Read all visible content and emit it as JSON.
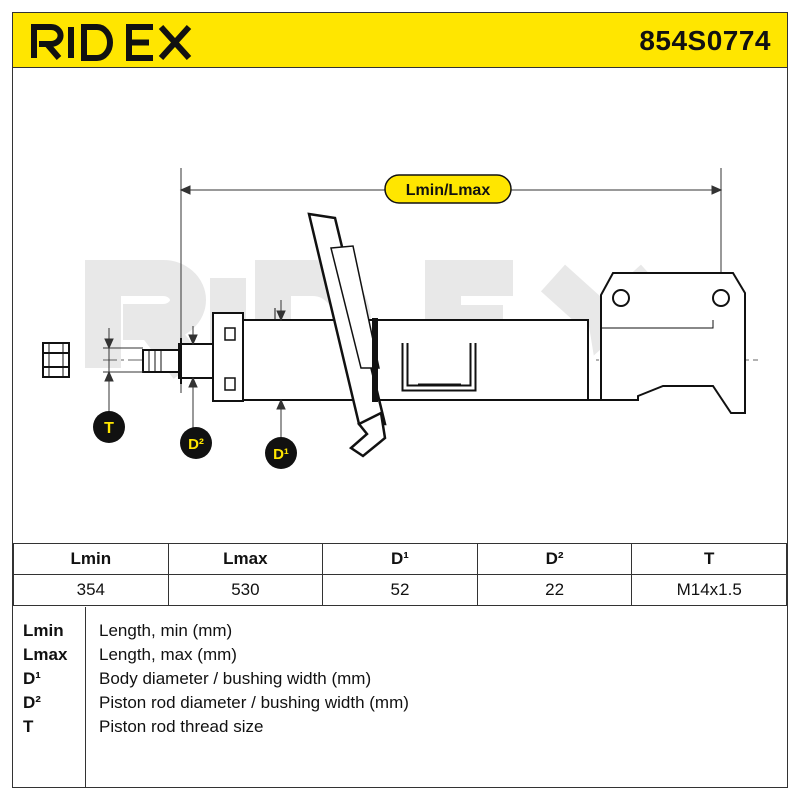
{
  "header": {
    "brand": "RIDEX",
    "part_number": "854S0774",
    "background_color": "#ffe600"
  },
  "drawing": {
    "watermark": "RIDEX",
    "labels": {
      "length": "Lmin/Lmax",
      "thread": "T",
      "rod_diameter": "D²",
      "body_diameter": "D¹"
    }
  },
  "table": {
    "headers": [
      "Lmin",
      "Lmax",
      "D¹",
      "D²",
      "T"
    ],
    "values": [
      "354",
      "530",
      "52",
      "22",
      "M14x1.5"
    ]
  },
  "legend": [
    {
      "key": "Lmin",
      "desc": "Length, min (mm)"
    },
    {
      "key": "Lmax",
      "desc": "Length, max (mm)"
    },
    {
      "key": "D¹",
      "desc": "Body diameter / bushing width (mm)"
    },
    {
      "key": "D²",
      "desc": "Piston rod diameter / bushing width (mm)"
    },
    {
      "key": "T",
      "desc": "Piston rod thread size"
    }
  ]
}
